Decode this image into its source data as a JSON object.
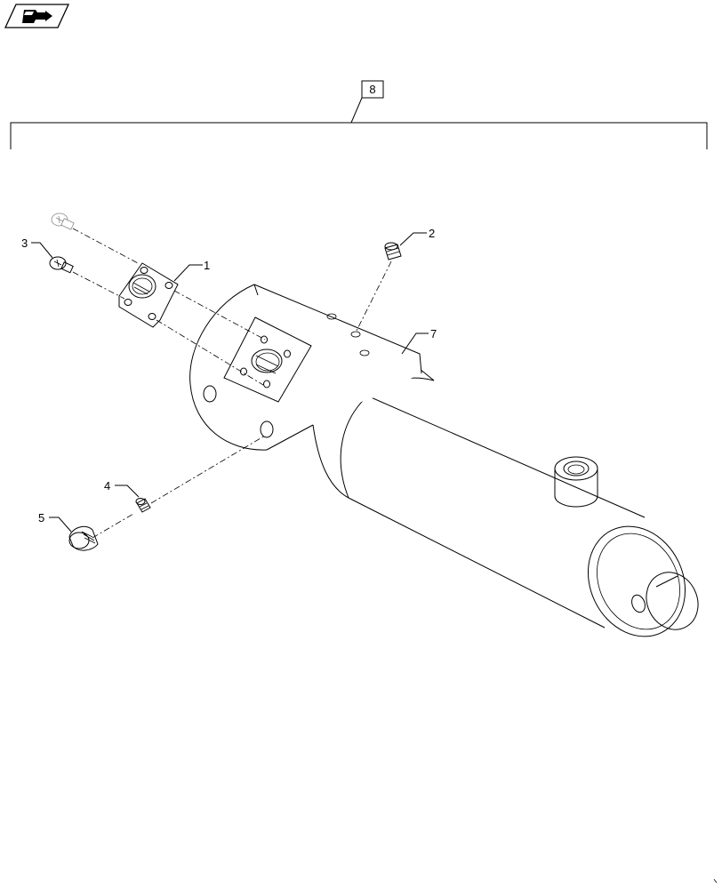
{
  "nav": {
    "icon": "page-forward-icon"
  },
  "assembly": {
    "callout": "8"
  },
  "callouts": {
    "c1": "1",
    "c2": "2",
    "c3": "3",
    "c4": "4",
    "c5": "5",
    "c7": "7"
  }
}
